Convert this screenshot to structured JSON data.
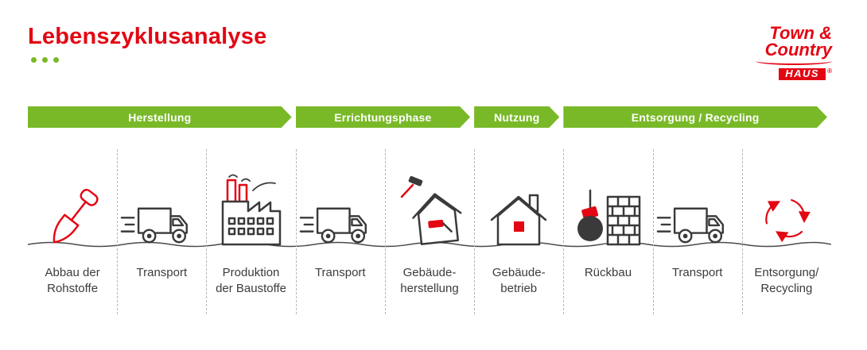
{
  "header": {
    "title": "Lebenszyklusanalyse"
  },
  "logo": {
    "line1": "Town &",
    "line2": "Country",
    "box": "HAUS",
    "registered": "®"
  },
  "colors": {
    "accent_red": "#e30613",
    "brand_green": "#79b928",
    "line_dark": "#3a3a3a",
    "separator_gray": "#b5b5b5"
  },
  "phases": [
    {
      "label": "Herstellung",
      "columns": 3
    },
    {
      "label": "Errichtungsphase",
      "columns": 2
    },
    {
      "label": "Nutzung",
      "columns": 1
    },
    {
      "label": "Entsorgung / Recycling",
      "columns": 3
    }
  ],
  "stages": [
    {
      "label": "Abbau der\nRohstoffe",
      "icon": "shovel-icon"
    },
    {
      "label": "Transport",
      "icon": "delivery-truck-icon"
    },
    {
      "label": "Produktion\nder Baustoffe",
      "icon": "factory-icon"
    },
    {
      "label": "Transport",
      "icon": "delivery-truck-icon"
    },
    {
      "label": "Gebäude-\nherstellung",
      "icon": "house-construction-icon"
    },
    {
      "label": "Gebäude-\nbetrieb",
      "icon": "house-operation-icon"
    },
    {
      "label": "Rückbau",
      "icon": "wrecking-ball-icon"
    },
    {
      "label": "Transport",
      "icon": "delivery-truck-icon"
    },
    {
      "label": "Entsorgung/\nRecycling",
      "icon": "recycling-icon"
    }
  ]
}
